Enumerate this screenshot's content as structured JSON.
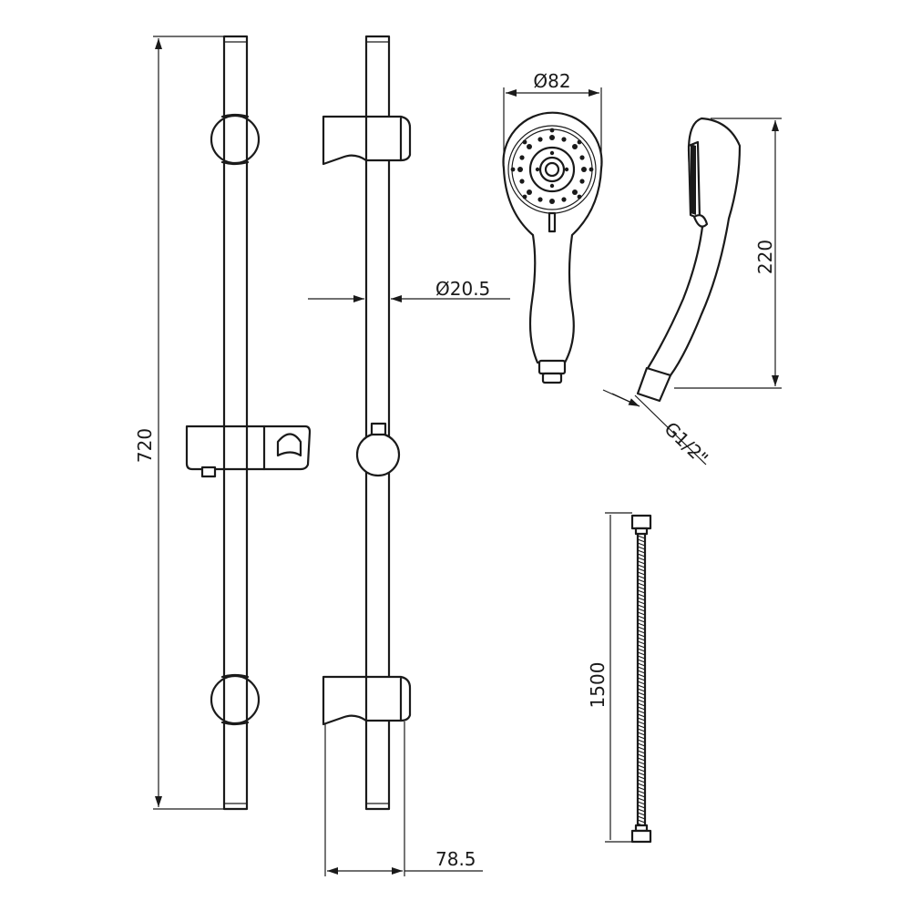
{
  "dimensions": {
    "rail_length": "720",
    "rail_diameter": "Ø20.5",
    "head_diameter": "Ø82",
    "handset_length": "220",
    "thread": "G1/2\"",
    "hose_length": "1500",
    "bracket_projection": "78.5"
  }
}
